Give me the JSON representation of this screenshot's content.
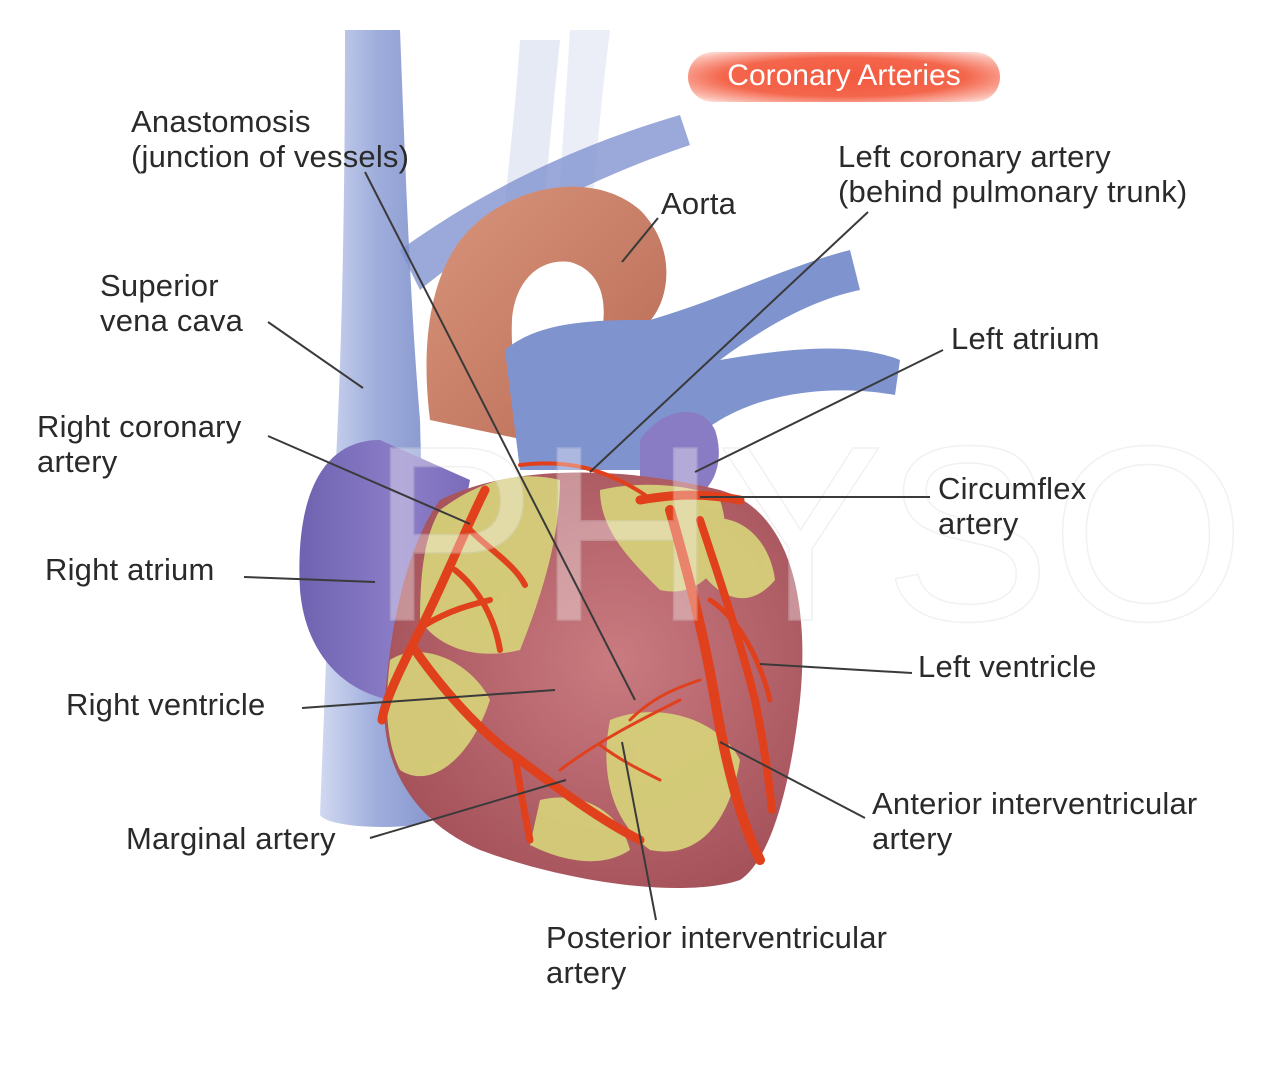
{
  "title": "Coronary Arteries",
  "watermark": "PHYSO",
  "colors": {
    "title_bg": "#f2593f",
    "vein_blue": "#7f93cf",
    "atrium_purple": "#8a7cc4",
    "aorta": "#c97a62",
    "muscle": "#b8636a",
    "fat": "#d6d27a",
    "artery": "#e0401c",
    "leader": "#3a3a3a"
  },
  "labels": {
    "anastomosis": "Anastomosis\n(junction of vessels)",
    "aorta": "Aorta",
    "left_coronary_artery": "Left coronary artery\n(behind pulmonary trunk)",
    "superior_vena_cava": "Superior\nvena cava",
    "left_atrium": "Left atrium",
    "right_coronary_artery": "Right coronary\nartery",
    "circumflex_artery": "Circumflex\nartery",
    "right_atrium": "Right atrium",
    "left_ventricle": "Left ventricle",
    "right_ventricle": "Right ventricle",
    "anterior_interventricular_artery": "Anterior interventricular\nartery",
    "marginal_artery": "Marginal artery",
    "posterior_interventricular_artery": "Posterior interventricular\nartery"
  }
}
